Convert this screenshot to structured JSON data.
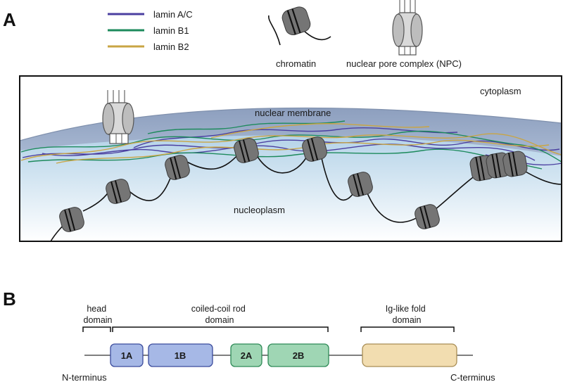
{
  "panel_a": {
    "letter": "A",
    "legend": [
      {
        "label": "lamin A/C",
        "color": "#4b3fa0"
      },
      {
        "label": "lamin B1",
        "color": "#1d8a5c"
      },
      {
        "label": "lamin B2",
        "color": "#c9a544"
      }
    ],
    "key_chromatin": "chromatin",
    "key_npc": "nuclear pore complex (NPC)",
    "cytoplasm": "cytoplasm",
    "nuclear_membrane": "nuclear membrane",
    "nucleoplasm": "nucleoplasm",
    "colors": {
      "membrane": "#a6b5ce",
      "nucleoplasm_top": "#b3d2e8",
      "nucleosome": "#757575"
    }
  },
  "panel_b": {
    "letter": "B",
    "head_domain": [
      "head",
      "domain"
    ],
    "rod_domain": [
      "coiled-coil rod",
      "domain"
    ],
    "ig_domain": [
      "Ig-like fold",
      "domain"
    ],
    "n_terminus": "N-terminus",
    "c_terminus": "C-terminus",
    "segments": [
      {
        "label": "1A",
        "color": "#a6b8e6"
      },
      {
        "label": "1B",
        "color": "#a6b8e6"
      },
      {
        "label": "2A",
        "color": "#9fd6b4"
      },
      {
        "label": "2B",
        "color": "#9fd6b4"
      },
      {
        "label": "",
        "color": "#f2ddb0"
      }
    ]
  }
}
